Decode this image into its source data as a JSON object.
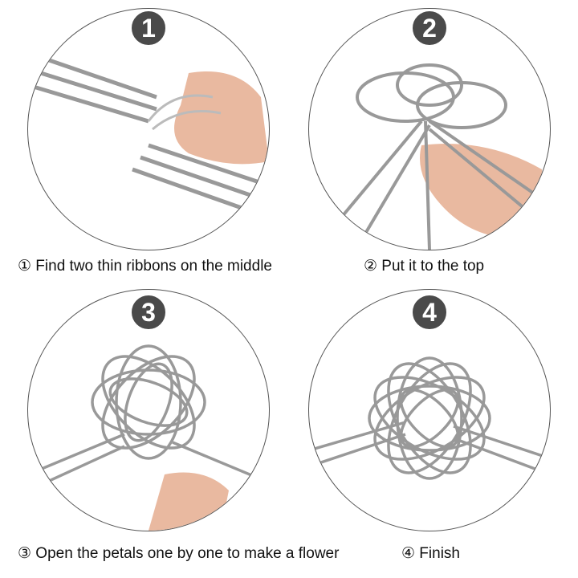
{
  "steps": [
    {
      "number": "1",
      "caption": "① Find two thin ribbons on the middle"
    },
    {
      "number": "2",
      "caption": "② Put it to the top"
    },
    {
      "number": "3",
      "caption": "③ Open the petals one by one to make a flower"
    },
    {
      "number": "4",
      "caption": "④ Finish"
    }
  ],
  "colors": {
    "border": "#555555",
    "badge": "#4a4a4a",
    "ribbon": "#9a9a9a",
    "skin": "#e9b9a0"
  }
}
